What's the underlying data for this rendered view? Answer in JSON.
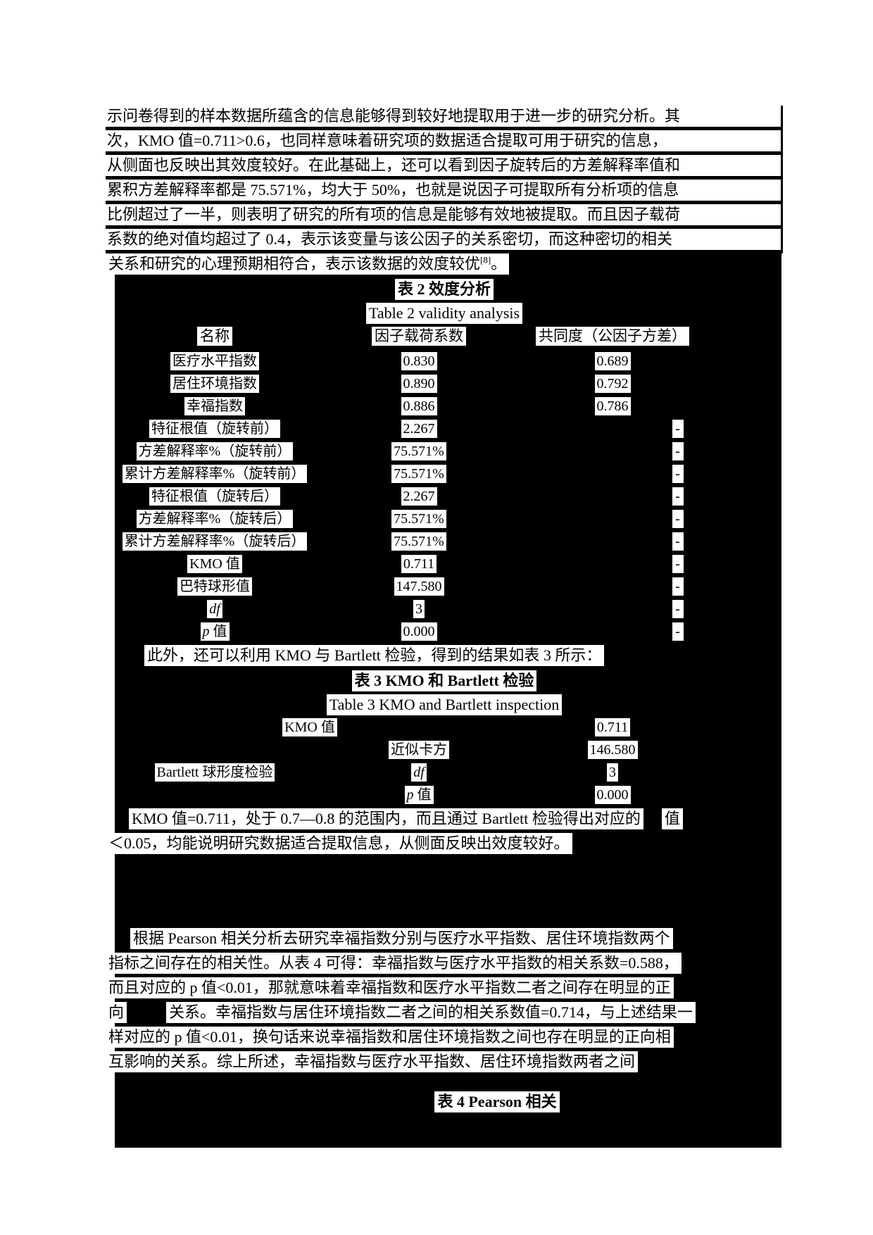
{
  "p1": {
    "lines": [
      "示问卷得到的样本数据所蕴含的信息能够得到较好地提取用于进一步的研究分析。其",
      "次，KMO 值=0.711>0.6，也同样意味着研究项的数据适合提取可用于研究的信息，",
      "从侧面也反映出其效度较好。在此基础上，还可以看到因子旋转后的方差解释率值和",
      "累积方差解释率都是 75.571%，均大于 50%，也就是说因子可提取所有分析项的信息",
      "比例超过了一半，则表明了研究的所有项的信息是能够有效地被提取。而且因子载荷",
      "系数的绝对值均超过了 0.4，表示该变量与该公因子的关系密切，而这种密切的相关"
    ],
    "l7_pre": "关系和研究的心理预期相符合，表示该数据的效度较优",
    "l7_sup": "[8]",
    "l7_post": "。"
  },
  "table2": {
    "title_cn": "表 2  效度分析",
    "title_en": "Table 2 validity analysis",
    "headers": [
      "名称",
      "因子载荷系数",
      "共同度（公因子方差）"
    ],
    "rows": [
      {
        "name": "医疗水平指数",
        "factor": "0.830",
        "comm": "0.689"
      },
      {
        "name": "居住环境指数",
        "factor": "0.890",
        "comm": "0.792"
      },
      {
        "name": "幸福指数",
        "factor": "0.886",
        "comm": "0.786"
      },
      {
        "name": "特征根值（旋转前）",
        "factor": "2.267",
        "comm": "-"
      },
      {
        "name": "方差解释率%（旋转前）",
        "factor": "75.571%",
        "comm": "-"
      },
      {
        "name": "累计方差解释率%（旋转前）",
        "factor": "75.571%",
        "comm": "-"
      },
      {
        "name": "特征根值（旋转后）",
        "factor": "2.267",
        "comm": "-"
      },
      {
        "name": "方差解释率%（旋转后）",
        "factor": "75.571%",
        "comm": "-"
      },
      {
        "name": "累计方差解释率%（旋转后）",
        "factor": "75.571%",
        "comm": "-"
      },
      {
        "name": "KMO 值",
        "factor": "0.711",
        "comm": "-"
      },
      {
        "name": "巴特球形值",
        "factor": "147.580",
        "comm": "-"
      },
      {
        "name": "df",
        "factor": "3",
        "comm": "-",
        "style": "italic"
      },
      {
        "name": "p 值",
        "factor": "0.000",
        "comm": "-",
        "style": "lead-italic"
      }
    ]
  },
  "intro3": "此外，还可以利用 KMO 与 Bartlett 检验，得到的结果如表 3 所示：",
  "table3": {
    "title_cn": "表 3  KMO 和 Bartlett 检验",
    "title_en": "Table 3 KMO and Bartlett inspection",
    "rows": [
      {
        "left": "",
        "mid": "KMO 值",
        "val": "0.711",
        "merge": true
      },
      {
        "left": "",
        "mid": "近似卡方",
        "val": "146.580"
      },
      {
        "left": "Bartlett 球形度检验",
        "mid": "df",
        "val": "3",
        "mid_style": "italic"
      },
      {
        "left": "",
        "mid": "p 值",
        "val": "0.000",
        "mid_style": "lead-italic"
      }
    ]
  },
  "p2": {
    "l1_pre": "KMO 值=0.711，处于 0.7—0.8 的范围内，而且通过 Bartlett 检验得出对应的",
    "l1_post": "值",
    "l2": "＜0.05，均能说明研究数据适合提取信息，从侧面反映出效度较好。"
  },
  "p3": {
    "l1": "根据 Pearson 相关分析去研究幸福指数分别与医疗水平指数、居住环境指数两个",
    "l2": "指标之间存在的相关性。从表 4 可得：幸福指数与医疗水平指数的相关系数=0.588，",
    "l3": "而且对应的 p 值<0.01，那就意味着幸福指数和医疗水平指数二者之间存在明显的正",
    "l4_pre": "向",
    "l4_post": "关系。幸福指数与居住环境指数二者之间的相关系数值=0.714，与上述结果一",
    "l5": "样对应的 p 值<0.01，换句话来说幸福指数和居住环境指数之间也存在明显的正向相",
    "l6": "互影响的关系。综上所述，幸福指数与医疗水平指数、居住环境指数两者之间"
  },
  "table4": {
    "title_cn": "表 4  Pearson 相关"
  }
}
